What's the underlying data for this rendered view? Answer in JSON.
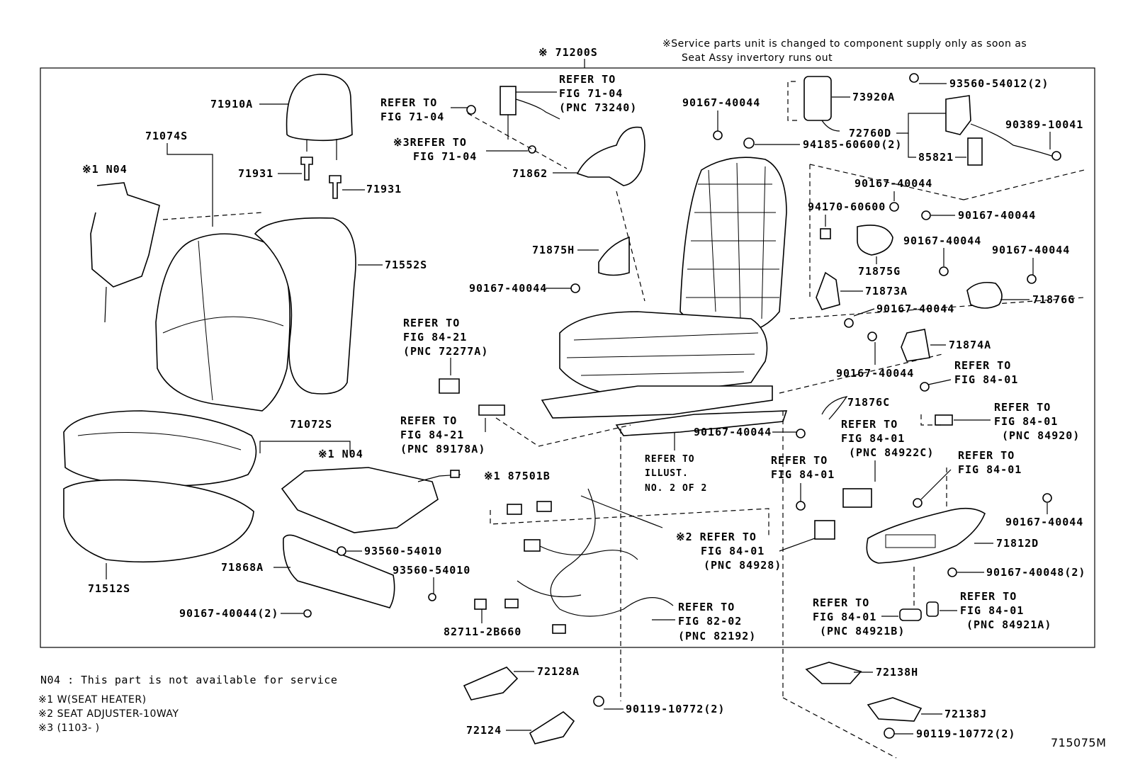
{
  "header": {
    "service_note_line1": "※Service parts unit is changed to component supply only as soon as",
    "service_note_line2": "Seat Assy invertory runs out",
    "assembly_label": "※ 71200S"
  },
  "labels": {
    "headrest": "71910A",
    "back_cover": "71074S",
    "back_heater": "※1 N04",
    "support_left": "71931",
    "support_right": "71931",
    "back_pad": "71552S",
    "cushion_cover": "71072S",
    "cushion_heater": "※1 N04",
    "cushion_pad": "71512S",
    "shield_front": "71868A",
    "screw_a": "93560-54010",
    "screw_b": "93560-54010",
    "screw_c": "90167-40044(2)",
    "connector_887": "※1 87501B",
    "clip_82711": "82711-2B660",
    "belt_refer_a1": "REFER TO",
    "belt_refer_a2": "FIG 71-04",
    "belt_refer_a3": "(PNC 73240)",
    "refer_7104_a1": "REFER TO",
    "refer_7104_a2": "FIG 71-04",
    "refer_7104_b1": "※3REFER TO",
    "refer_7104_b2": "FIG 71-04",
    "cover_71862": "71862",
    "cover_71875h": "71875H",
    "bolt_left": "90167-40044",
    "refer_8421a1": "REFER TO",
    "refer_8421a2": "FIG 84-21",
    "refer_8421a3": "(PNC 72277A)",
    "refer_8421b1": "REFER TO",
    "refer_8421b2": "FIG 84-21",
    "refer_8421b3": "(PNC 89178A)",
    "bolt_top_center": "90167-40044",
    "nut_94185": "94185-60600(2)",
    "airbag_73920a": "73920A",
    "screw_93560_top": "93560-54012(2)",
    "lumbar_72760d": "72760D",
    "bolt_90389": "90389-10041",
    "switch_85821": "85821",
    "bolt_r1": "90167-40044",
    "nut_94170": "94170-60600",
    "bolt_r2": "90167-40044",
    "cover_71875g": "71875G",
    "bolt_r3": "90167-40044",
    "bolt_r4": "90167-40044",
    "cover_71876g": "71876G",
    "bracket_71873a": "71873A",
    "bolt_r5": "90167-40044",
    "bracket_71874a": "71874A",
    "bolt_r6": "90167-40044",
    "refer_8401a1": "REFER TO",
    "refer_8401a2": "FIG 84-01",
    "wire_71876c": "71876C",
    "refer_8401b1": "REFER TO",
    "refer_8401b2": "FIG 84-01",
    "refer_8401b3": "(PNC 84920)",
    "bolt_r7": "90167-40044",
    "refer_8401c1": "REFER TO",
    "refer_8401c2": "FIG 84-01",
    "refer_8401c3": "(PNC 84922C)",
    "refer_8401d1": "REFER TO",
    "refer_8401d2": "FIG 84-01",
    "refer_8401e1": "REFER TO",
    "refer_8401e2": "FIG 84-01",
    "bolt_r8": "90167-40044",
    "refer_8401f1": "※2 REFER TO",
    "refer_8401f2": "FIG 84-01",
    "refer_8401f3": "(PNC 84928)",
    "shield_71812d": "71812D",
    "bolt_r9": "90167-40048(2)",
    "refer_8401g1": "REFER TO",
    "refer_8401g2": "FIG 84-01",
    "refer_8401g3": "(PNC 84921B)",
    "refer_8401h1": "REFER TO",
    "refer_8401h2": "FIG 84-01",
    "refer_8401h3": "(PNC 84921A)",
    "refer_8202a1": "REFER TO",
    "refer_8202a2": "FIG 82-02",
    "refer_8202a3": "(PNC 82192)",
    "illust_1": "REFER TO",
    "illust_2": "ILLUST.",
    "illust_3": "NO. 2 OF 2",
    "cover_72128a": "72128A",
    "cover_72124": "72124",
    "bolt_90119a": "90119-10772(2)",
    "cover_72138h": "72138H",
    "cover_72138j": "72138J",
    "bolt_90119b": "90119-10772(2)"
  },
  "legend": {
    "n04": "N04 : This part is not available for service",
    "note1": "※1 W(SEAT HEATER)",
    "note2": "※2 SEAT ADJUSTER-10WAY",
    "note3": "※3 (1103-    )"
  },
  "footer": {
    "diagram_code": "715075M"
  }
}
